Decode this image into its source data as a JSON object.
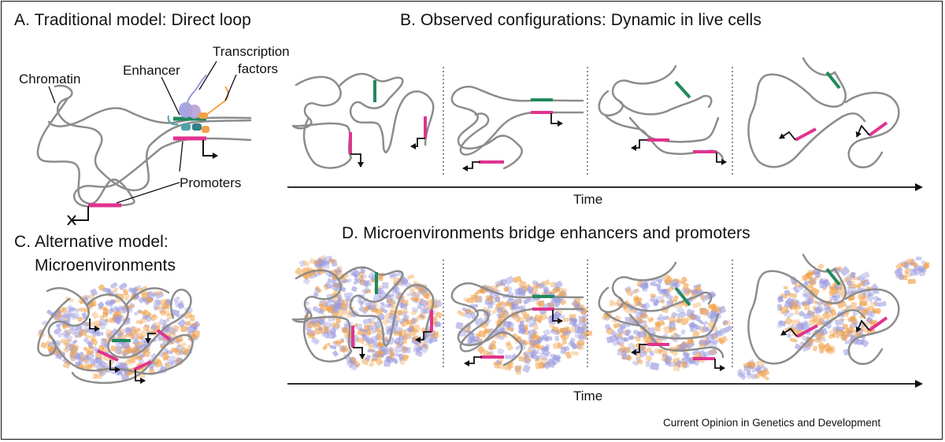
{
  "panels": {
    "a": {
      "title": "A. Traditional model: Direct loop",
      "labels": {
        "chromatin": "Chromatin",
        "enhancer": "Enhancer",
        "tf_line1": "Transcription",
        "tf_line2": "factors",
        "promoters": "Promoters"
      }
    },
    "b": {
      "title": "B. Observed configurations: Dynamic in live cells",
      "time_label": "Time"
    },
    "c": {
      "title_line1": "C. Alternative model:",
      "title_line2": "Microenvironments"
    },
    "d": {
      "title": "D. Microenvironments bridge enhancers and promoters",
      "time_label": "Time"
    }
  },
  "credit": "Current Opinion in Genetics and Development",
  "colors": {
    "chromatin": "#8c8c8c",
    "enhancer": "#1f8a5b",
    "promoter": "#e0338f",
    "arrow": "#111111",
    "tf_purple": "#9b9be0",
    "tf_orange": "#f2a24a",
    "tf_teal": "#4fa3a5"
  }
}
